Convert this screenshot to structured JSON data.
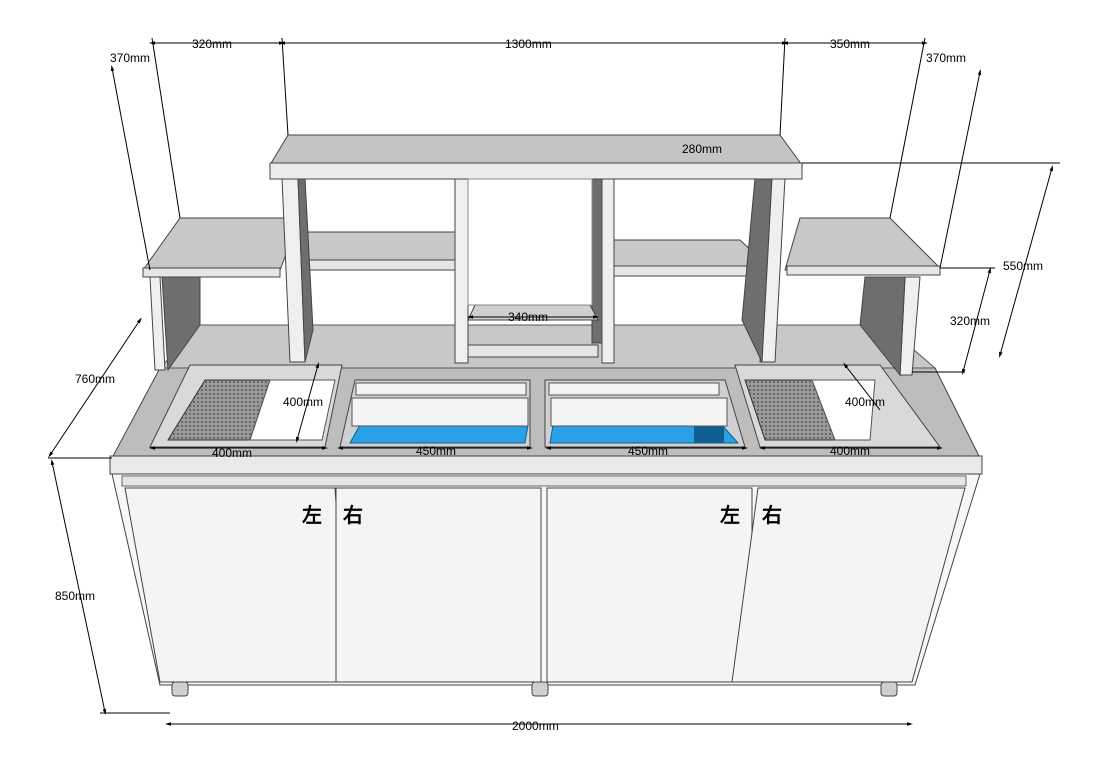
{
  "dimensions": {
    "top_left_shelf_width": "320mm",
    "top_center_width": "1300mm",
    "top_right_shelf_width": "350mm",
    "left_shelf_depth": "370mm",
    "right_shelf_depth": "370mm",
    "top_shelf_depth": "280mm",
    "upper_height": "550mm",
    "side_shelf_height": "320mm",
    "center_opening_width": "340mm",
    "counter_depth": "760mm",
    "cabinet_height": "850mm",
    "total_width": "2000mm",
    "left_sink_depth": "400mm",
    "right_sink_depth": "400mm",
    "left_sink_width": "400mm",
    "center_left_width": "450mm",
    "center_right_width": "450mm",
    "right_sink_width": "400mm"
  },
  "door_labels": {
    "left_pair_left": "左",
    "left_pair_right": "右",
    "right_pair_left": "左",
    "right_pair_right": "右"
  },
  "colors": {
    "steel_top": "#c8c8c8",
    "steel_dark": "#6e6e6e",
    "door_face": "#f4f4f4",
    "basin_blue": "#2aa0e6",
    "basin_dark": "#0f5f8f",
    "perforated": "#8a8a8a"
  }
}
